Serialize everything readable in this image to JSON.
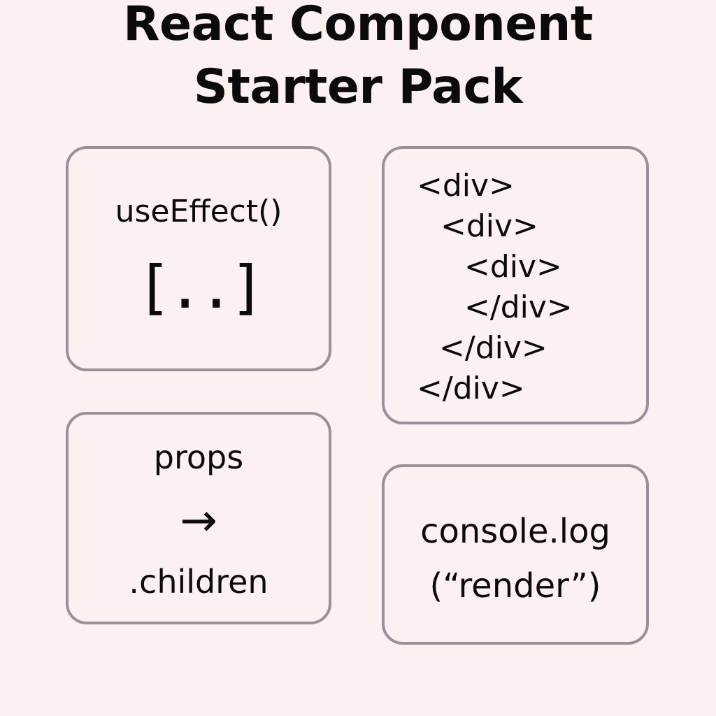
{
  "colors": {
    "background": "#fdf0f1",
    "card_border": "#9c8f98",
    "text": "#0b0b0b"
  },
  "title": {
    "line1": "React Component",
    "line2": "Starter Pack"
  },
  "cards": {
    "use_effect": {
      "label": "useEffect()",
      "deps": "[..]"
    },
    "div_tree": {
      "lines": [
        "<div>",
        "<div>",
        "<div>",
        "</div>",
        "</div>",
        "</div>"
      ]
    },
    "props": {
      "label": "props",
      "arrow_icon": "arrow-right-icon",
      "arrow_glyph": "→",
      "children": ".children"
    },
    "console": {
      "line1": "console.log",
      "line2": "(“render”)"
    }
  }
}
